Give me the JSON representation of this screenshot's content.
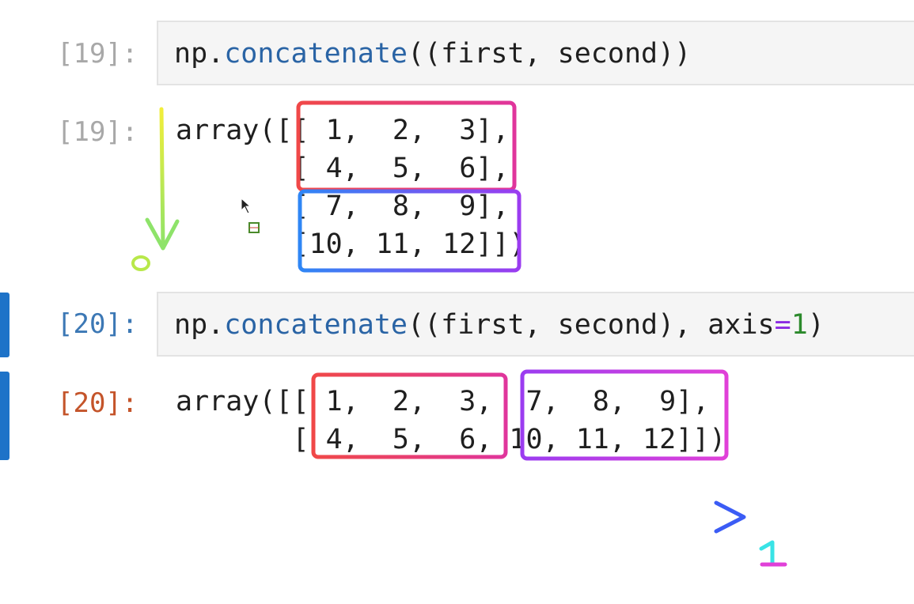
{
  "cells": [
    {
      "in_prompt": "[19]:",
      "code": {
        "prefix": "np.",
        "fn": "concatenate",
        "args": "((first, second))"
      },
      "out_prompt": "[19]:",
      "output_lines": [
        "array([[ 1,  2,  3],",
        "       [ 4,  5,  6],",
        "       [ 7,  8,  9],",
        "       [10, 11, 12]])"
      ]
    },
    {
      "in_prompt": "[20]:",
      "code": {
        "prefix": "np.",
        "fn": "concatenate",
        "args": "((first, second), axis",
        "op": "=",
        "num": "1",
        "close": ")"
      },
      "out_prompt": "[20]:",
      "output_lines": [
        "array([[ 1,  2,  3,  7,  8,  9],",
        "       [ 4,  5,  6, 10, 11, 12]])"
      ]
    }
  ],
  "annotations": {
    "axis0_label": "0",
    "axis1_label": "1"
  },
  "colors": {
    "red": "#ef3e54",
    "blue": "#2f86f5",
    "purple": "#9b3cf0",
    "magenta": "#e040d8",
    "yellow": "#f2ee3a",
    "green": "#8ee36a",
    "cyan": "#39e3e6"
  },
  "icons": [
    "mouse-cursor-icon"
  ]
}
